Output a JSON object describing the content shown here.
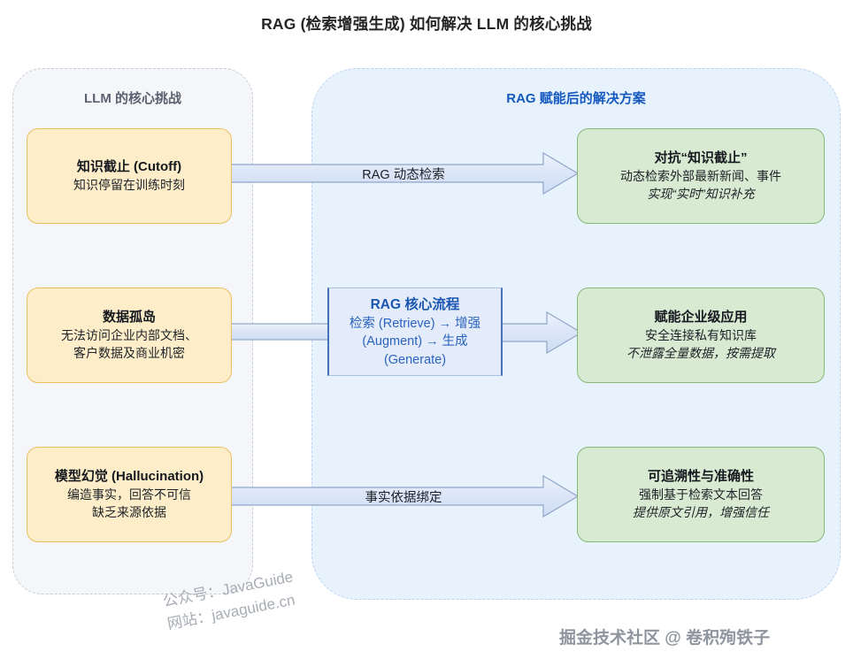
{
  "title": "RAG (检索增强生成) 如何解决 LLM 的核心挑战",
  "panels": {
    "left": {
      "title": "LLM 的核心挑战",
      "bg": "#f4f6f9",
      "border": "#c9cdd4"
    },
    "right": {
      "title": "RAG 赋能后的解决方案",
      "bg": "#e8f2fc",
      "border": "#bcd4ef",
      "title_color": "#1559c0"
    }
  },
  "challenges": [
    {
      "heading": "知识截止 (Cutoff)",
      "lines": [
        "知识停留在训练时刻"
      ],
      "emphasis": []
    },
    {
      "heading": "数据孤岛",
      "lines": [
        "无法访问企业内部文档、",
        "客户数据及商业机密"
      ],
      "emphasis": []
    },
    {
      "heading": "模型幻觉 (Hallucination)",
      "lines": [
        "编造事实，回答不可信",
        "缺乏来源依据"
      ],
      "emphasis": []
    }
  ],
  "solutions": [
    {
      "heading": "对抗“知识截止”",
      "lines": [
        "动态检索外部最新新闻、事件"
      ],
      "emphasis": [
        "实现“实时”知识补充"
      ]
    },
    {
      "heading": "赋能企业级应用",
      "lines": [
        "安全连接私有知识库"
      ],
      "emphasis": [
        "不泄露全量数据，按需提取"
      ]
    },
    {
      "heading": "可追溯性与准确性",
      "lines": [
        "强制基于检索文本回答"
      ],
      "emphasis": [
        "提供原文引用，增强信任"
      ]
    }
  ],
  "core": {
    "heading": "RAG 核心流程",
    "body": "检索 (Retrieve) → 增强 (Augment) → 生成 (Generate)",
    "accent": "#1a56b0"
  },
  "arrows": [
    {
      "name": "top",
      "label": "RAG 动态检索"
    },
    {
      "name": "bottom",
      "label": "事实依据绑定"
    }
  ],
  "watermarks": {
    "left_line1": "公众号：JavaGuide",
    "left_line2": "网站：javaguide.cn",
    "right": "掘金技术社区 @ 卷积殉铁子"
  },
  "colors": {
    "challenge_bg": "#fdeec9",
    "challenge_border": "#e8bf62",
    "solution_bg": "#d9ead3",
    "solution_border": "#88b877",
    "core_bg": "#e4ecfb",
    "core_border": "#4472b8",
    "arrow_fill": "#dbe5f7",
    "arrow_stroke": "#8fa6c8"
  }
}
